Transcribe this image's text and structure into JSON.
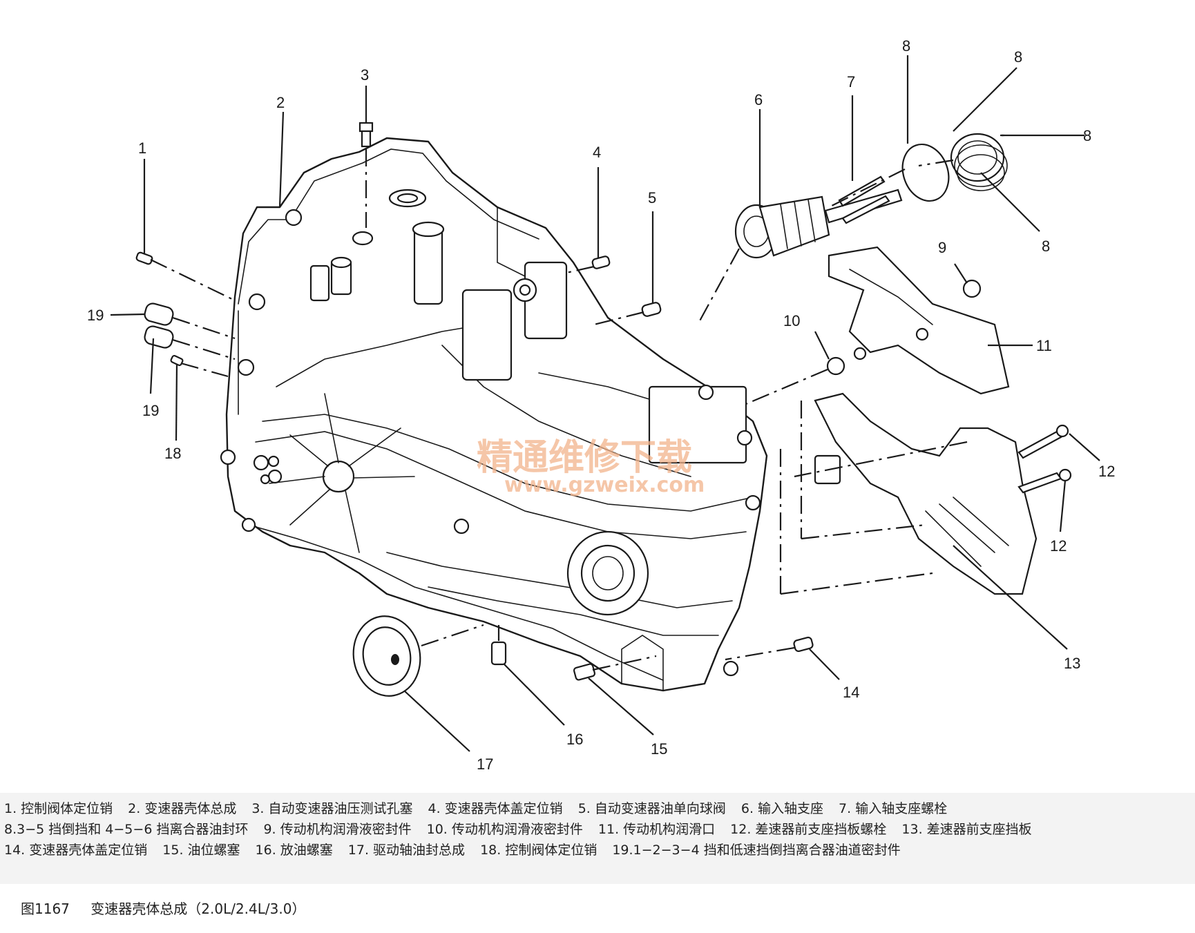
{
  "callouts": [
    {
      "id": "1",
      "label": "1"
    },
    {
      "id": "2",
      "label": "2"
    },
    {
      "id": "3",
      "label": "3"
    },
    {
      "id": "4",
      "label": "4"
    },
    {
      "id": "5",
      "label": "5"
    },
    {
      "id": "6",
      "label": "6"
    },
    {
      "id": "7",
      "label": "7"
    },
    {
      "id": "8a",
      "label": "8"
    },
    {
      "id": "8b",
      "label": "8"
    },
    {
      "id": "8c",
      "label": "8"
    },
    {
      "id": "8d",
      "label": "8"
    },
    {
      "id": "9",
      "label": "9"
    },
    {
      "id": "10",
      "label": "10"
    },
    {
      "id": "11",
      "label": "11"
    },
    {
      "id": "12a",
      "label": "12"
    },
    {
      "id": "12b",
      "label": "12"
    },
    {
      "id": "13",
      "label": "13"
    },
    {
      "id": "14",
      "label": "14"
    },
    {
      "id": "15",
      "label": "15"
    },
    {
      "id": "16",
      "label": "16"
    },
    {
      "id": "17",
      "label": "17"
    },
    {
      "id": "18",
      "label": "18"
    },
    {
      "id": "19a",
      "label": "19"
    },
    {
      "id": "19b",
      "label": "19"
    }
  ],
  "watermark": {
    "text": "精通维修下载",
    "url": "www.gzweix.com"
  },
  "legend": [
    "1. 控制阀体定位销",
    "2. 变速器壳体总成",
    "3. 自动变速器油压测试孔塞",
    "4. 变速器壳体盖定位销",
    "5. 自动变速器油单向球阀",
    "6. 输入轴支座",
    "7. 输入轴支座螺栓",
    "8.3−5 挡倒挡和 4−5−6 挡离合器油封环",
    "9. 传动机构润滑液密封件",
    "10. 传动机构润滑液密封件",
    "11. 传动机构润滑口",
    "12. 差速器前支座挡板螺栓",
    "13. 差速器前支座挡板",
    "14. 变速器壳体盖定位销",
    "15. 油位螺塞",
    "16. 放油螺塞",
    "17. 驱动轴油封总成",
    "18. 控制阀体定位销",
    "19.1−2−3−4 挡和低速挡倒挡离合器油道密封件"
  ],
  "caption": {
    "figure": "图1167",
    "title": "变速器壳体总成（2.0L/2.4L/3.0）"
  }
}
